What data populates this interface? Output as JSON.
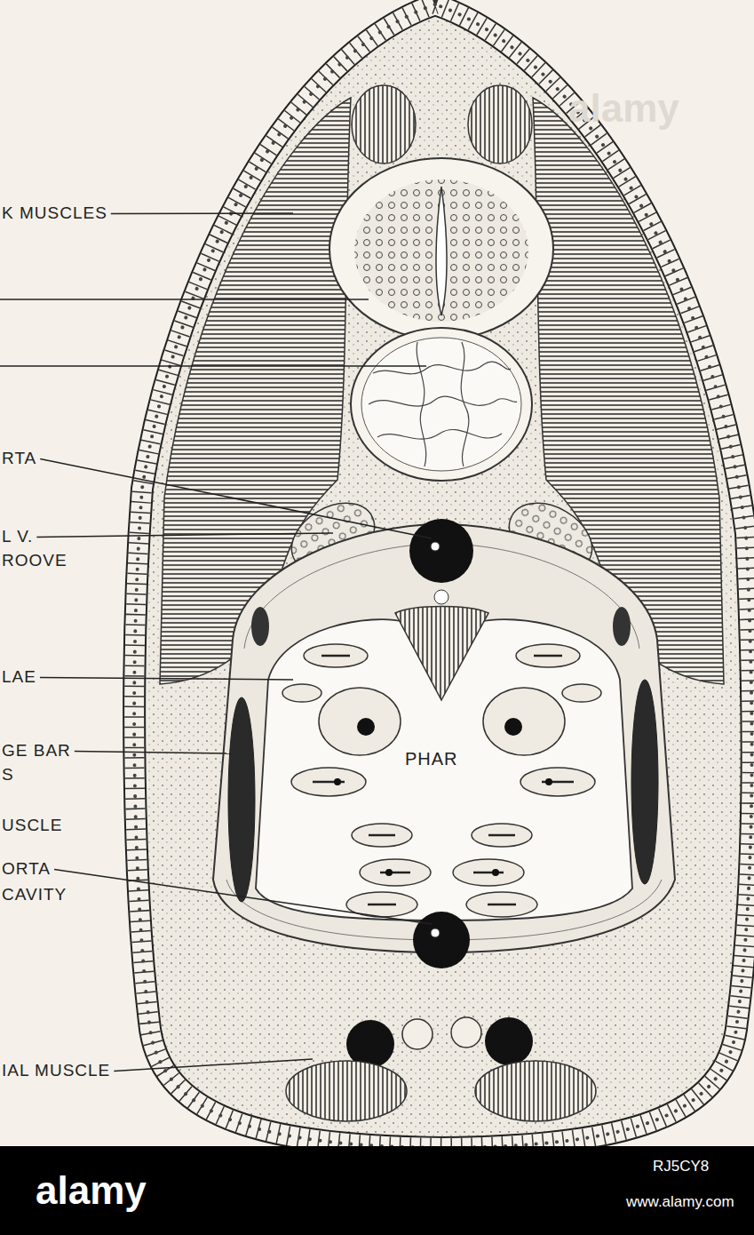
{
  "diagram": {
    "labels": [
      "K MUSCLES",
      "RTA",
      "L V.",
      "ROOVE",
      "LAE",
      "GE BAR",
      "S",
      "USCLE",
      "ORTA",
      "CAVITY",
      "IAL MUSCLE",
      "PHAR",
      "alamy",
      "alamy",
      "RJ5CY8",
      "www.alamy.com"
    ]
  }
}
